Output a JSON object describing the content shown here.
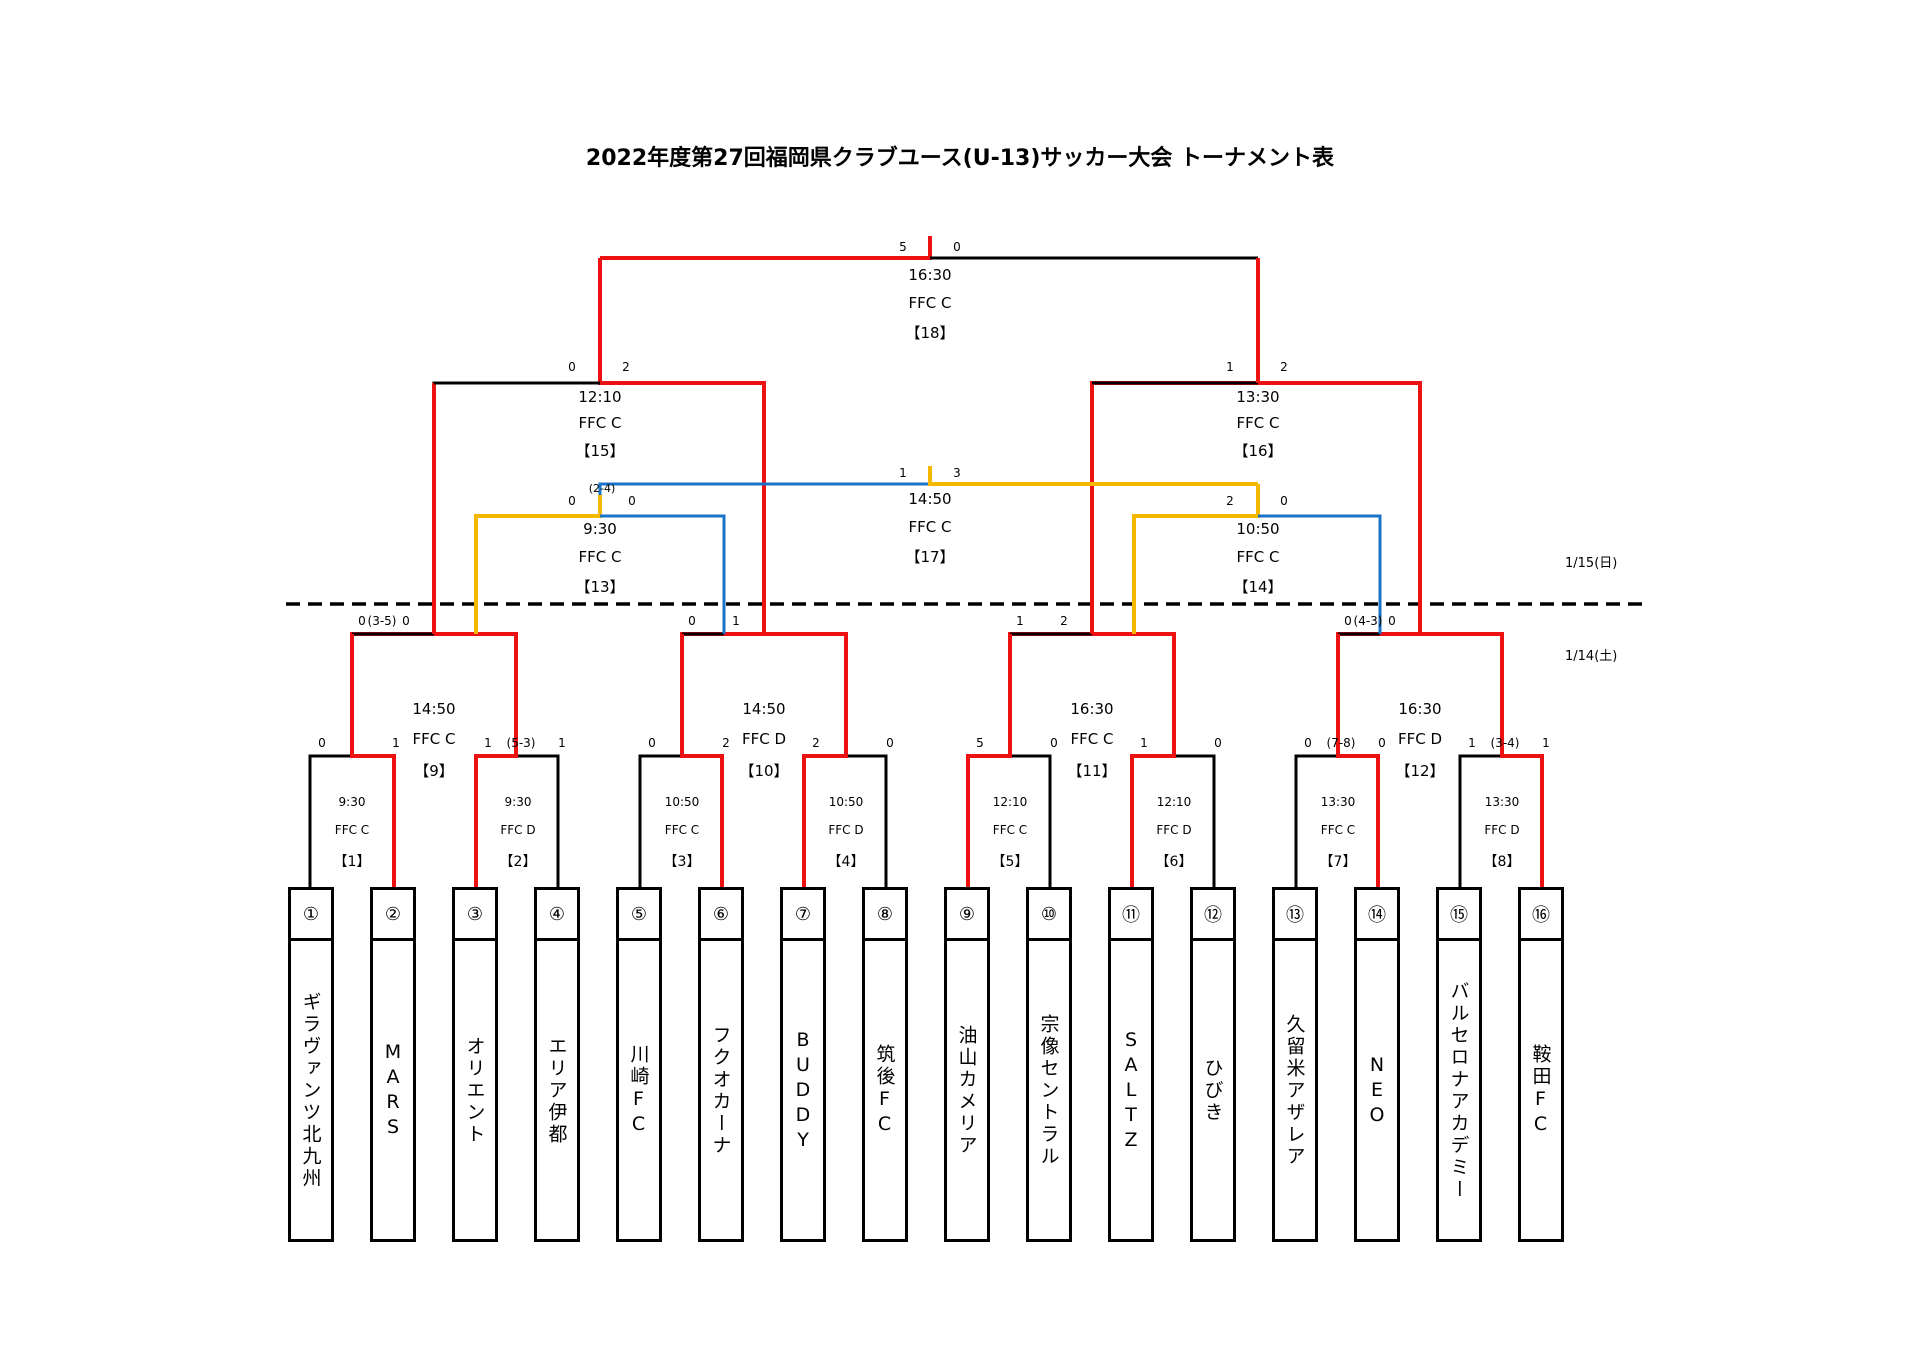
{
  "title": "2022年度第27回福岡県クラブユース(U-13)サッカー大会 トーナメント表",
  "dates": {
    "day2": "1/15(日)",
    "day1": "1/14(土)"
  },
  "teams": [
    {
      "num": "①",
      "name": "ギラヴァンツ北九州"
    },
    {
      "num": "②",
      "name": "MARS"
    },
    {
      "num": "③",
      "name": "オリエント"
    },
    {
      "num": "④",
      "name": "エリア伊都"
    },
    {
      "num": "⑤",
      "name": "川崎FC"
    },
    {
      "num": "⑥",
      "name": "フクオカーナ"
    },
    {
      "num": "⑦",
      "name": "BUDDY"
    },
    {
      "num": "⑧",
      "name": "筑後FC"
    },
    {
      "num": "⑨",
      "name": "油山カメリア"
    },
    {
      "num": "⑩",
      "name": "宗像セントラル"
    },
    {
      "num": "⑪",
      "name": "SALTZ"
    },
    {
      "num": "⑫",
      "name": "ひびき"
    },
    {
      "num": "⑬",
      "name": "久留米アザレア"
    },
    {
      "num": "⑭",
      "name": "NEO"
    },
    {
      "num": "⑮",
      "name": "バルセロナアカデミー"
    },
    {
      "num": "⑯",
      "name": "鞍田FC"
    }
  ],
  "round1": [
    {
      "time": "9:30",
      "field": "FFC C",
      "num": "【1】",
      "left": "0",
      "right": "1"
    },
    {
      "time": "9:30",
      "field": "FFC D",
      "num": "【2】",
      "left": "1",
      "pk": "(5-3)",
      "right": "1"
    },
    {
      "time": "10:50",
      "field": "FFC C",
      "num": "【3】",
      "left": "0",
      "right": "2"
    },
    {
      "time": "10:50",
      "field": "FFC D",
      "num": "【4】",
      "left": "2",
      "right": "0"
    },
    {
      "time": "12:10",
      "field": "FFC C",
      "num": "【5】",
      "left": "5",
      "right": "0"
    },
    {
      "time": "12:10",
      "field": "FFC D",
      "num": "【6】",
      "left": "1",
      "right": "0"
    },
    {
      "time": "13:30",
      "field": "FFC C",
      "num": "【7】",
      "left": "0",
      "pk": "(7-8)",
      "right": "0"
    },
    {
      "time": "13:30",
      "field": "FFC D",
      "num": "【8】",
      "left": "1",
      "pk": "(3-4)",
      "right": "1"
    }
  ],
  "round2": [
    {
      "time": "14:50",
      "field": "FFC C",
      "num": "【9】",
      "left": "0",
      "pk": "(3-5)",
      "right": "0"
    },
    {
      "time": "14:50",
      "field": "FFC D",
      "num": "【10】",
      "left": "0",
      "right": "1"
    },
    {
      "time": "16:30",
      "field": "FFC C",
      "num": "【11】",
      "left": "1",
      "right": "2"
    },
    {
      "time": "16:30",
      "field": "FFC D",
      "num": "【12】",
      "left": "0",
      "pk": "(4-3)",
      "right": "0"
    }
  ],
  "round3": [
    {
      "time": "9:30",
      "field": "FFC C",
      "num": "【13】",
      "left": "0",
      "pk": "(2-4)",
      "right": "0"
    },
    {
      "time": "10:50",
      "field": "FFC C",
      "num": "【14】",
      "left": "2",
      "right": "0"
    }
  ],
  "semis": [
    {
      "time": "12:10",
      "field": "FFC C",
      "num": "【15】",
      "left": "0",
      "right": "2"
    },
    {
      "time": "13:30",
      "field": "FFC C",
      "num": "【16】",
      "left": "1",
      "right": "2"
    }
  ],
  "third": {
    "time": "14:50",
    "field": "FFC C",
    "num": "【17】",
    "left": "1",
    "right": "3"
  },
  "final": {
    "time": "16:30",
    "field": "FFC C",
    "num": "【18】",
    "left": "5",
    "right": "0"
  },
  "colors": {
    "winner": "#ee1111",
    "consolation_win": "#f5b800",
    "consolation_lose": "#1a73c9",
    "line": "#000000"
  }
}
